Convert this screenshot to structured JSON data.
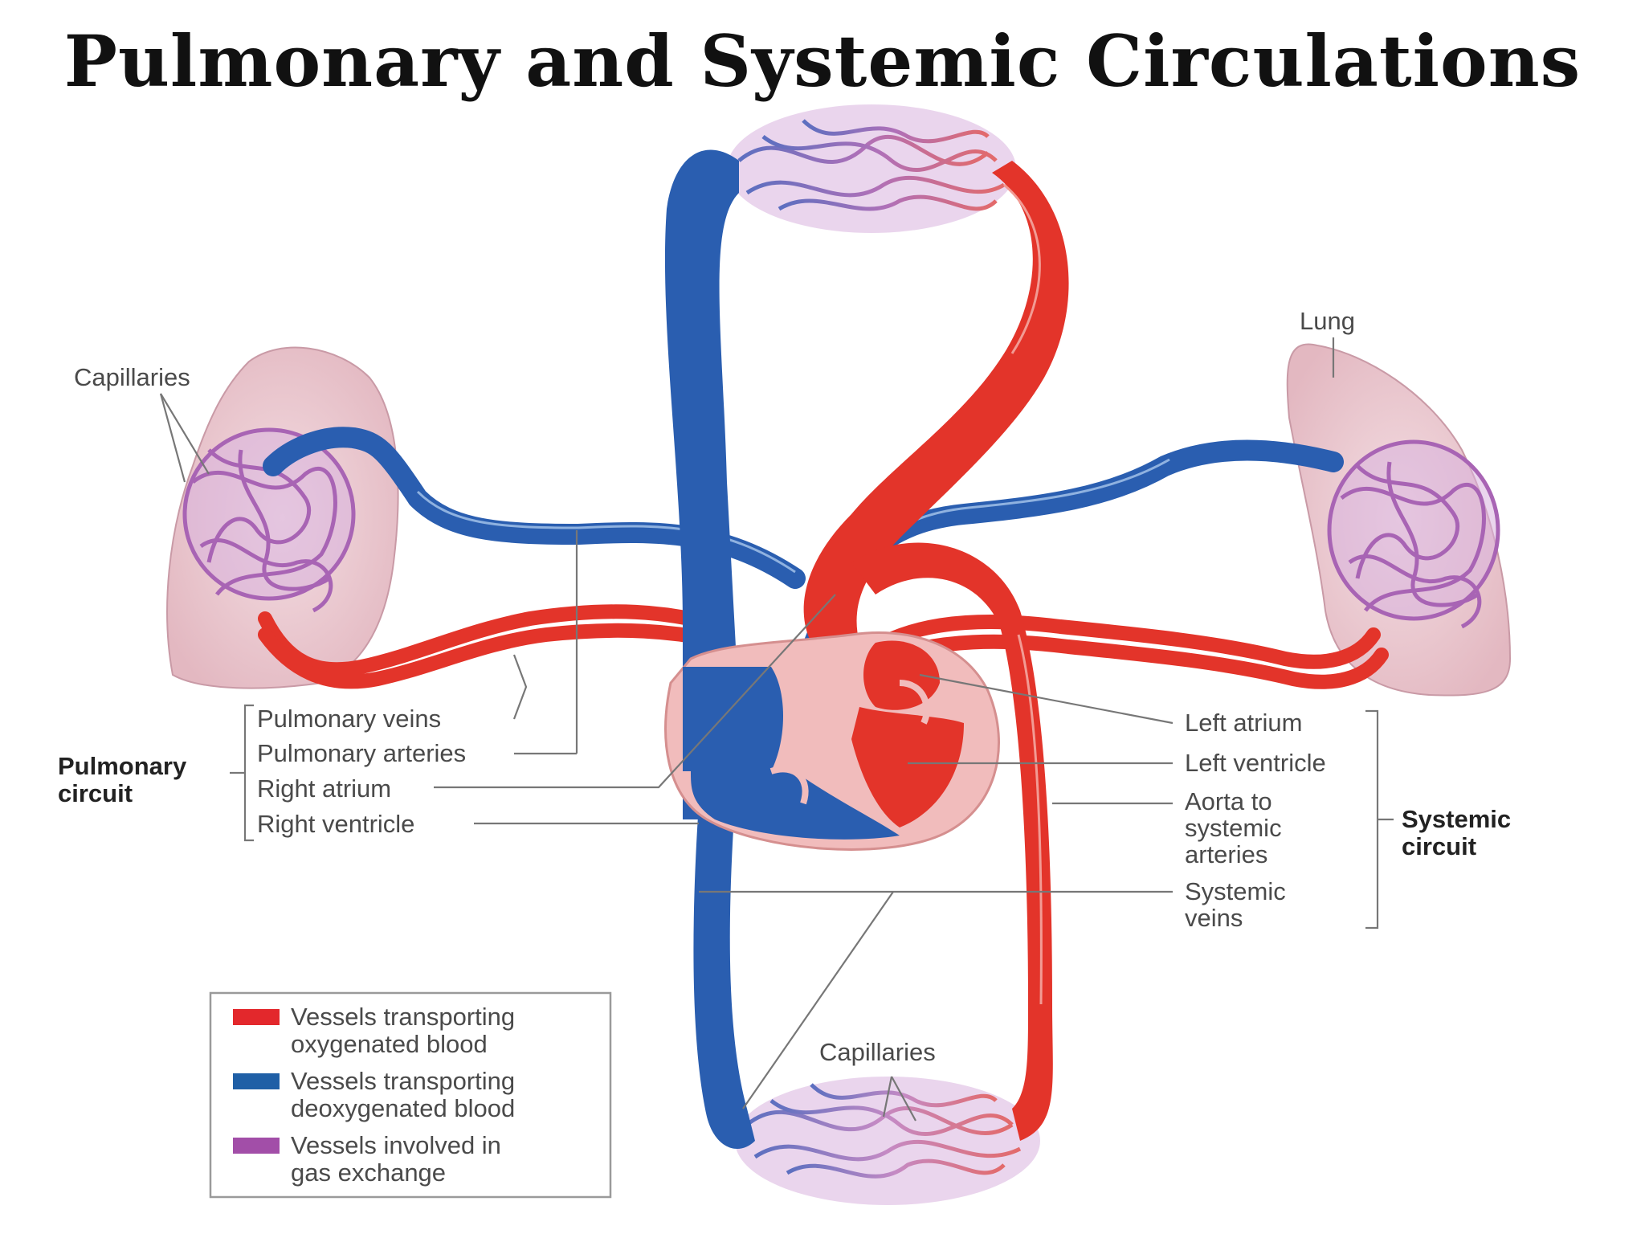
{
  "title": "Pulmonary and Systemic Circulations",
  "labels": {
    "capillaries_lung": "Capillaries",
    "lung": "Lung",
    "capillaries_body": "Capillaries",
    "pulmonary_veins": "Pulmonary veins",
    "pulmonary_arteries": "Pulmonary arteries",
    "right_atrium": "Right atrium",
    "right_ventricle": "Right ventricle",
    "left_atrium": "Left atrium",
    "left_ventricle": "Left ventricle",
    "aorta_line1": "Aorta to",
    "aorta_line2": "systemic",
    "aorta_line3": "arteries",
    "systemic_veins_line1": "Systemic",
    "systemic_veins_line2": "veins"
  },
  "groups": {
    "pulmonary_line1": "Pulmonary",
    "pulmonary_line2": "circuit",
    "systemic_line1": "Systemic",
    "systemic_line2": "circuit"
  },
  "legend": {
    "items": [
      {
        "line1": "Vessels transporting",
        "line2": "oxygenated blood",
        "color": "#e3282c"
      },
      {
        "line1": "Vessels transporting",
        "line2": "deoxygenated blood",
        "color": "#1f5fa6"
      },
      {
        "line1": "Vessels involved in",
        "line2": "gas exchange",
        "color": "#a24ea8"
      }
    ]
  },
  "colors": {
    "oxygenated": "#e3342a",
    "deoxygenated": "#2a5eb0",
    "capillary": "#a864b4",
    "lung": "#efd3d8",
    "heart_wall": "#f1bcbc"
  }
}
